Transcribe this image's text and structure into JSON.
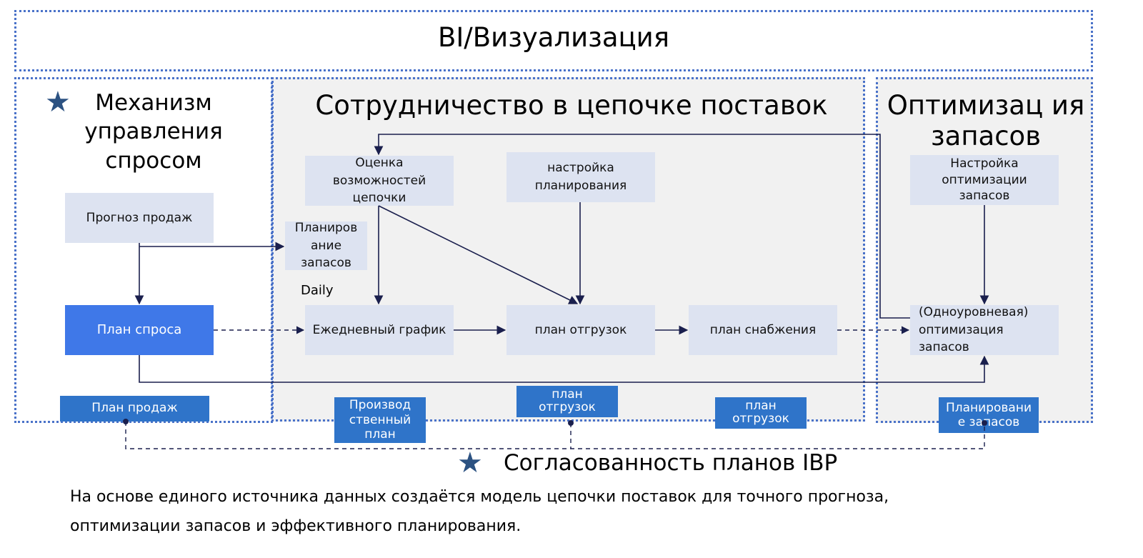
{
  "header": {
    "title": "BI/Визуализация"
  },
  "left_panel": {
    "title": "Механизм управления спросом"
  },
  "center_panel": {
    "title": "Сотрудничество в цепочке поставок"
  },
  "right_panel": {
    "title": "Оптимизац ия запасов"
  },
  "nodes": {
    "sales_forecast": "Прогноз продаж",
    "demand_plan": "План спроса",
    "capability_eval": "Оценка возможностей цепочки",
    "inventory_planning": "Планиров ание запасов",
    "daily_label": "Daily",
    "planning_setup": "настройка планирования",
    "daily_schedule": "Ежедневный график",
    "shipment_plan": "план отгрузок",
    "supply_plan": "план снабжения",
    "inventory_opt_setup": "Настройка оптимизации запасов",
    "single_level_opt": "(Одноуровневая) оптимизация запасов"
  },
  "tags": {
    "sales_plan": "План продаж",
    "production_plan": "Производ ственный план",
    "shipment_plan_1": "план отгрузок",
    "shipment_plan_2": "план отгрузок",
    "inventory_planning": "Планировани е запасов"
  },
  "footer": {
    "ibp_title": "Согласованность планов IBP",
    "description_line1": "На основе единого источника данных создаётся модель цепочки поставок для точного прогноза,",
    "description_line2": "оптимизации запасов и эффективного планирования."
  },
  "colors": {
    "border": "#4a72c9",
    "node": "#dde3f1",
    "primary": "#3f78e8",
    "tag": "#2f74c9",
    "star": "#2c5282",
    "line": "#1a1f4d"
  }
}
